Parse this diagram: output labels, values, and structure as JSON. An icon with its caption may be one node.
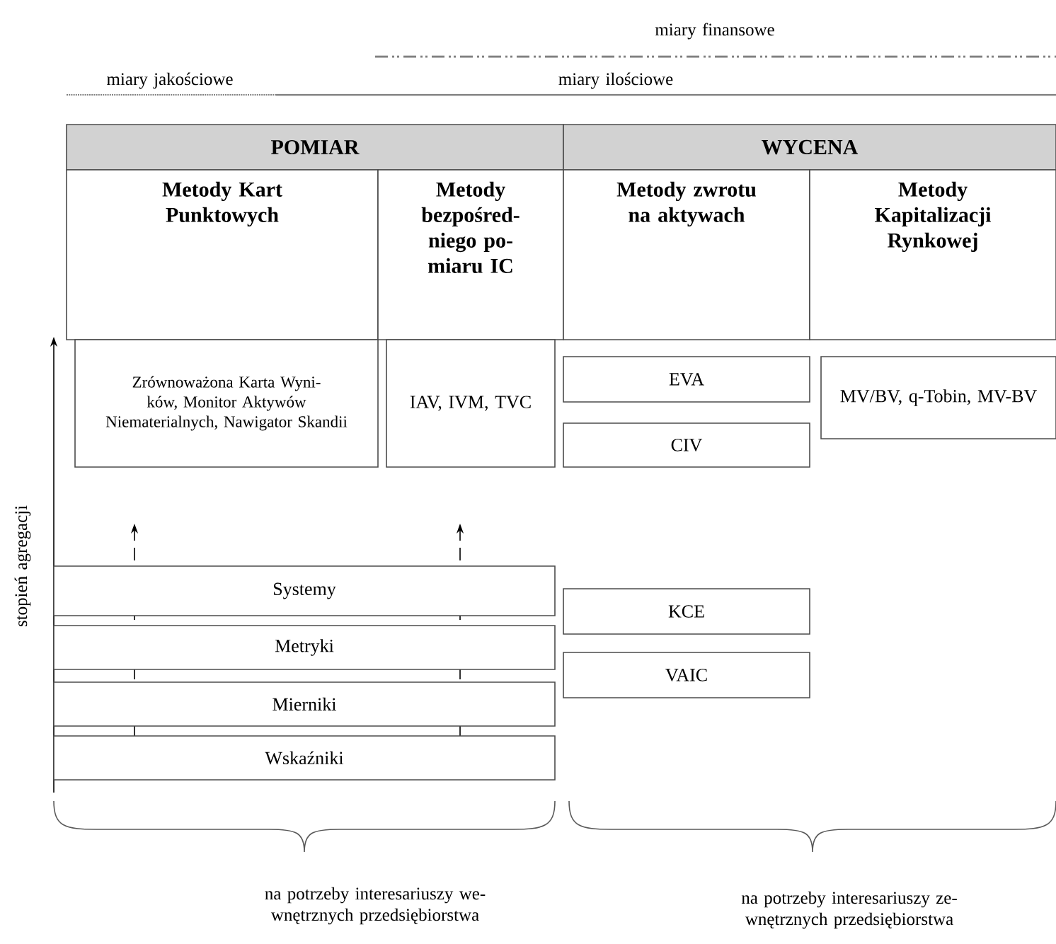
{
  "diagram": {
    "nodes": [
      {
        "text": [
          "POMIAR"
        ]
      },
      {
        "text": [
          "WYCENA"
        ]
      },
      {
        "text": [
          "Metody Kart Punktowych"
        ]
      },
      {
        "text": [
          "Metody bezpośred-niego po-miaru IC"
        ]
      },
      {
        "text": [
          "Metody zwrotu na aktywach"
        ]
      },
      {
        "text": [
          "Metody Kapitalizacji Rynkowej"
        ]
      },
      {
        "text": [
          "Zrównoważona Karta Wyni-ków, Monitor Aktywów Niematerialnych, Nawigator Skandii"
        ]
      },
      {
        "text": [
          "IAV, IVM, TVC"
        ]
      },
      {
        "text": [
          "EVA"
        ]
      },
      {
        "text": [
          "CIV"
        ]
      },
      {
        "text": [
          "MV/BV, q-Tobin, MV-BV"
        ]
      },
      {
        "text": [
          "Systemy"
        ]
      },
      {
        "text": [
          "Metryki"
        ]
      },
      {
        "text": [
          "Mierniki"
        ]
      },
      {
        "text": [
          "Wskaźniki"
        ]
      },
      {
        "text": [
          "KCE"
        ]
      },
      {
        "text": [
          "VAIC"
        ]
      }
    ],
    "labels": [
      "miary finansowe",
      "miary jakościowe",
      "miary ilościowe",
      "stopień agregacji",
      "na potrzeby interesariuszy we-wnętrznych przedsiębiorstwa",
      "na potrzeby interesariuszy ze-wnętrznych przedsiębiorstwa"
    ]
  }
}
